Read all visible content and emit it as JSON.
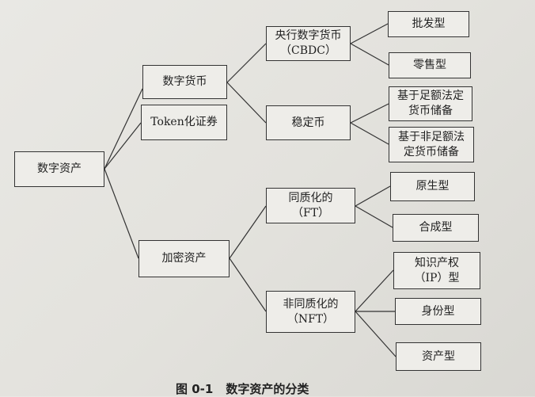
{
  "nodes": {
    "root": "数字资产",
    "digital_currency": "数字货币",
    "tokenized_securities": "Token化证券",
    "crypto_assets": "加密资产",
    "cbdc": "央行数字货币\n（CBDC）",
    "stablecoin": "稳定币",
    "fungible": "同质化的\n（FT）",
    "non_fungible": "非同质化的\n（NFT）",
    "wholesale": "批发型",
    "retail": "零售型",
    "full_reserve": "基于足额法定\n货币储备",
    "partial_reserve": "基于非足额法\n定货币储备",
    "native": "原生型",
    "synthetic": "合成型",
    "ip_type": "知识产权\n（IP）型",
    "identity_type": "身份型",
    "asset_type": "资产型"
  },
  "caption": {
    "number": "图 0-1",
    "title": "数字资产的分类"
  }
}
